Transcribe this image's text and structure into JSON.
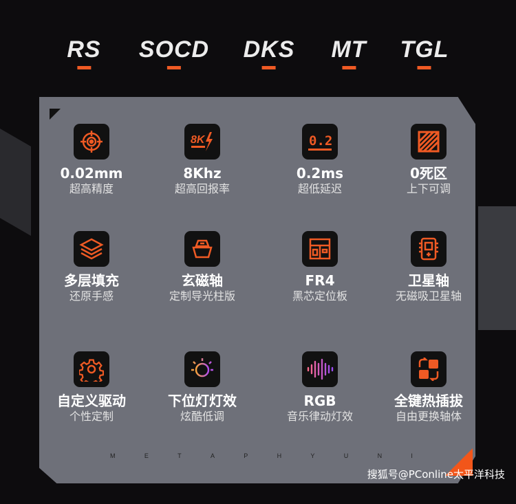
{
  "tabs": [
    "RS",
    "SOCD",
    "DKS",
    "MT",
    "TGL"
  ],
  "features": [
    {
      "icon": "crosshair-icon",
      "title": "0.02mm",
      "sub": "超高精度"
    },
    {
      "icon": "8k-lightning-icon",
      "title": "8Khz",
      "sub": "超高回报率",
      "glyph": "8K"
    },
    {
      "icon": "0.2-icon",
      "title": "0.2ms",
      "sub": "超低延迟",
      "glyph": "0.2"
    },
    {
      "icon": "hatched-square-icon",
      "title": "0死区",
      "sub": "上下可调"
    },
    {
      "icon": "layers-icon",
      "title": "多层填充",
      "sub": "还原手感"
    },
    {
      "icon": "switch-icon",
      "title": "玄磁轴",
      "sub": "定制导光柱版"
    },
    {
      "icon": "pcb-layout-icon",
      "title": "FR4",
      "sub": "黑芯定位板"
    },
    {
      "icon": "stabilizer-icon",
      "title": "卫星轴",
      "sub": "无磁吸卫星轴"
    },
    {
      "icon": "gear-icon",
      "title": "自定义驱动",
      "sub": "个性定制"
    },
    {
      "icon": "light-ring-icon",
      "title": "下位灯灯效",
      "sub": "炫酷低调"
    },
    {
      "icon": "sound-wave-icon",
      "title": "RGB",
      "sub": "音乐律动灯效"
    },
    {
      "icon": "hot-swap-icon",
      "title": "全键热插拔",
      "sub": "自由更换轴体"
    }
  ],
  "brand_letters": [
    "M",
    "E",
    "T",
    "A",
    "P",
    "H",
    "Y",
    "U",
    "N",
    "I"
  ],
  "watermark": "搜狐号@PConline太平洋科技",
  "colors": {
    "accent": "#ef5a24",
    "panel": "#6e7079"
  }
}
